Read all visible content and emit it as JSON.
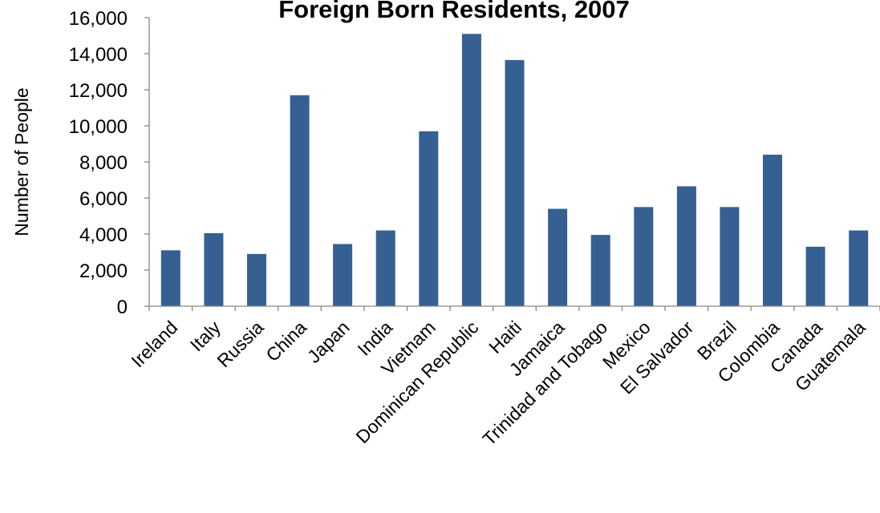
{
  "chart_data": {
    "type": "bar",
    "title": "Foreign Born Residents, 2007",
    "xlabel": "",
    "ylabel": "Number of People",
    "ylim": [
      0,
      16000
    ],
    "yticks": [
      "0",
      "2,000",
      "4,000",
      "6,000",
      "8,000",
      "10,000",
      "12,000",
      "14,000",
      "16,000"
    ],
    "ytick_values": [
      0,
      2000,
      4000,
      6000,
      8000,
      10000,
      12000,
      14000,
      16000
    ],
    "categories": [
      "Ireland",
      "Italy",
      "Russia",
      "China",
      "Japan",
      "India",
      "Vietnam",
      "Dominican Republic",
      "Haiti",
      "Jamaica",
      "Trinidad and Tobago",
      "Mexico",
      "El Salvador",
      "Brazil",
      "Colombia",
      "Canada",
      "Guatemala"
    ],
    "values": [
      3100,
      4050,
      2900,
      11700,
      3450,
      4200,
      9700,
      15100,
      13650,
      5400,
      3950,
      5500,
      6650,
      5500,
      8400,
      3300,
      4200
    ],
    "grid": false,
    "legend": "none",
    "colors": {
      "bar": "#366092",
      "axis": "#868686"
    }
  }
}
